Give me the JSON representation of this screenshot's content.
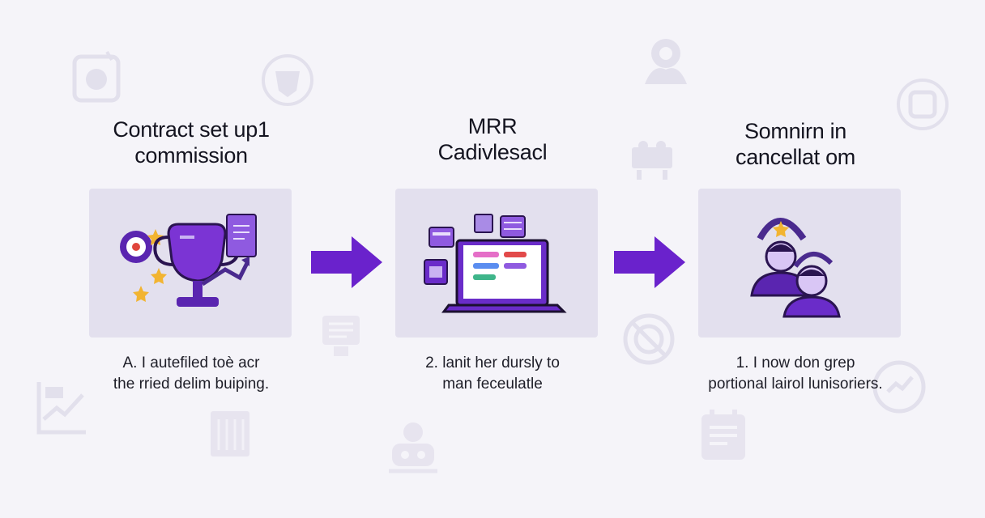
{
  "colors": {
    "background": "#f5f4f9",
    "card": "#e3e0ee",
    "accent": "#6a2cc9",
    "accent_light": "#a98be6",
    "watermark": "#d9d5e6"
  },
  "steps": [
    {
      "title_lines": [
        "Contract set up1",
        "commission"
      ],
      "illustration": "trophy-icon",
      "caption_lines": [
        "A. I autefiled toè acr",
        "the rried delim buiping."
      ]
    },
    {
      "title_lines": [
        "MRR",
        "Cadivlesacl"
      ],
      "illustration": "laptop-dashboard-icon",
      "caption_lines": [
        "2. lanit her dursly to",
        "man feceulatle"
      ]
    },
    {
      "title_lines": [
        "Somnirn in",
        "cancellat om"
      ],
      "illustration": "people-icon",
      "caption_lines": [
        "1. I now don grep",
        "portional lairol lunisoriers."
      ]
    }
  ],
  "arrows": [
    "right-arrow-icon",
    "right-arrow-icon"
  ],
  "background_icons": [
    "camera-icon",
    "shield-icon",
    "rocket-icon",
    "support-icon",
    "team-icon",
    "document-icon",
    "target-icon",
    "growth-chart-icon",
    "building-icon",
    "robot-icon",
    "calendar-icon",
    "chart-circle-icon"
  ]
}
